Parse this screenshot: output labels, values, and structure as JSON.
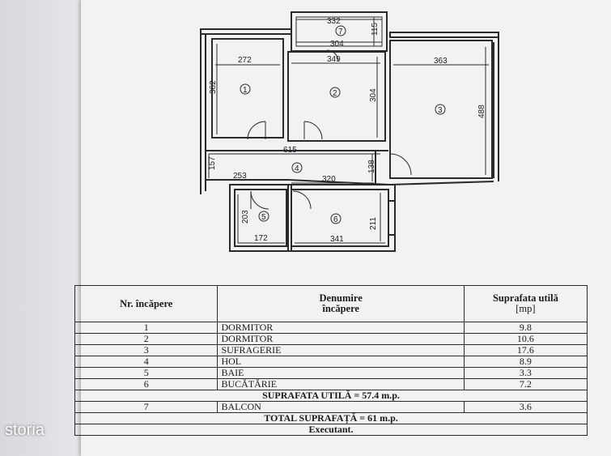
{
  "floorplan": {
    "dimensions": {
      "d332": "332",
      "d115": "115",
      "d304a": "304",
      "d272": "272",
      "d349": "349",
      "d363": "363",
      "d362": "362",
      "d304b": "304",
      "d488": "488",
      "d615": "615",
      "d157": "157",
      "d253": "253",
      "d320": "320",
      "d138": "138",
      "d203": "203",
      "d211": "211",
      "d172": "172",
      "d341": "341"
    },
    "room_numbers": {
      "r1": "1",
      "r2": "2",
      "r3": "3",
      "r4": "4",
      "r5": "5",
      "r6": "6",
      "r7": "7"
    }
  },
  "table": {
    "header": {
      "nr": "Nr. încăpere",
      "name": "Denumire\nîncăpere",
      "area": "Suprafata utilă",
      "unit": "[mp]"
    },
    "rows": [
      {
        "nr": "1",
        "name": "DORMITOR",
        "area": "9.8"
      },
      {
        "nr": "2",
        "name": "DORMITOR",
        "area": "10.6"
      },
      {
        "nr": "3",
        "name": "SUFRAGERIE",
        "area": "17.6"
      },
      {
        "nr": "4",
        "name": "HOL",
        "area": "8.9"
      },
      {
        "nr": "5",
        "name": "BAIE",
        "area": "3.3"
      },
      {
        "nr": "6",
        "name": "BUCĂTĂRIE",
        "area": "7.2"
      }
    ],
    "useful_total": "SUPRAFATA UTILĂ = 57.4 m.p.",
    "balcony": {
      "nr": "7",
      "name": "BALCON",
      "area": "3.6"
    },
    "grand_total": "TOTAL SUPRAFAȚĂ = 61 m.p.",
    "executant": "Executant."
  },
  "watermark": "storia"
}
